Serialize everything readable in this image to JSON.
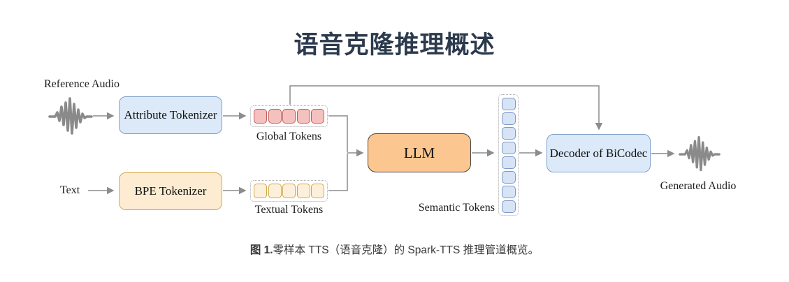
{
  "page": {
    "title": "语音克隆推理概述",
    "caption_prefix": "图 1.",
    "caption_text": "零样本 TTS（语音克隆）的 Spark-TTS 推理管道概览。"
  },
  "diagram": {
    "reference_audio_label": "Reference Audio",
    "text_label": "Text",
    "attribute_tokenizer_label": "Attribute Tokenizer",
    "bpe_tokenizer_label": "BPE Tokenizer",
    "llm_label": "LLM",
    "decoder_label": "Decoder of BiCodec",
    "global_tokens": {
      "label": "Global Tokens",
      "count": 5
    },
    "textual_tokens": {
      "label": "Textual Tokens",
      "count": 5
    },
    "semantic_tokens": {
      "label": "Semantic Tokens",
      "count": 8
    },
    "generated_audio_label": "Generated Audio"
  },
  "colors": {
    "title-color": "#2c3a4d",
    "caption-color": "#3a3a3a",
    "label-color": "#1c1c1c",
    "line-color": "#8c8c8c",
    "wave-color": "#8a8a8a",
    "blue-box-bg": "#dce9f8",
    "blue-box-border": "#7fa1cc",
    "orange-box-bg": "#fdecd2",
    "orange-box-border": "#d9a845",
    "llm-box-bg": "#fbc68f",
    "llm-box-border": "#474747",
    "global-token-bg": "#f5c1bf",
    "global-token-border": "#c05e59",
    "textual-token-bg": "#fdf0da",
    "textual-token-border": "#d2a747",
    "semantic-token-bg": "#d7e4f6",
    "semantic-token-border": "#7b97cb",
    "token-group-border": "#a9a9a9"
  }
}
